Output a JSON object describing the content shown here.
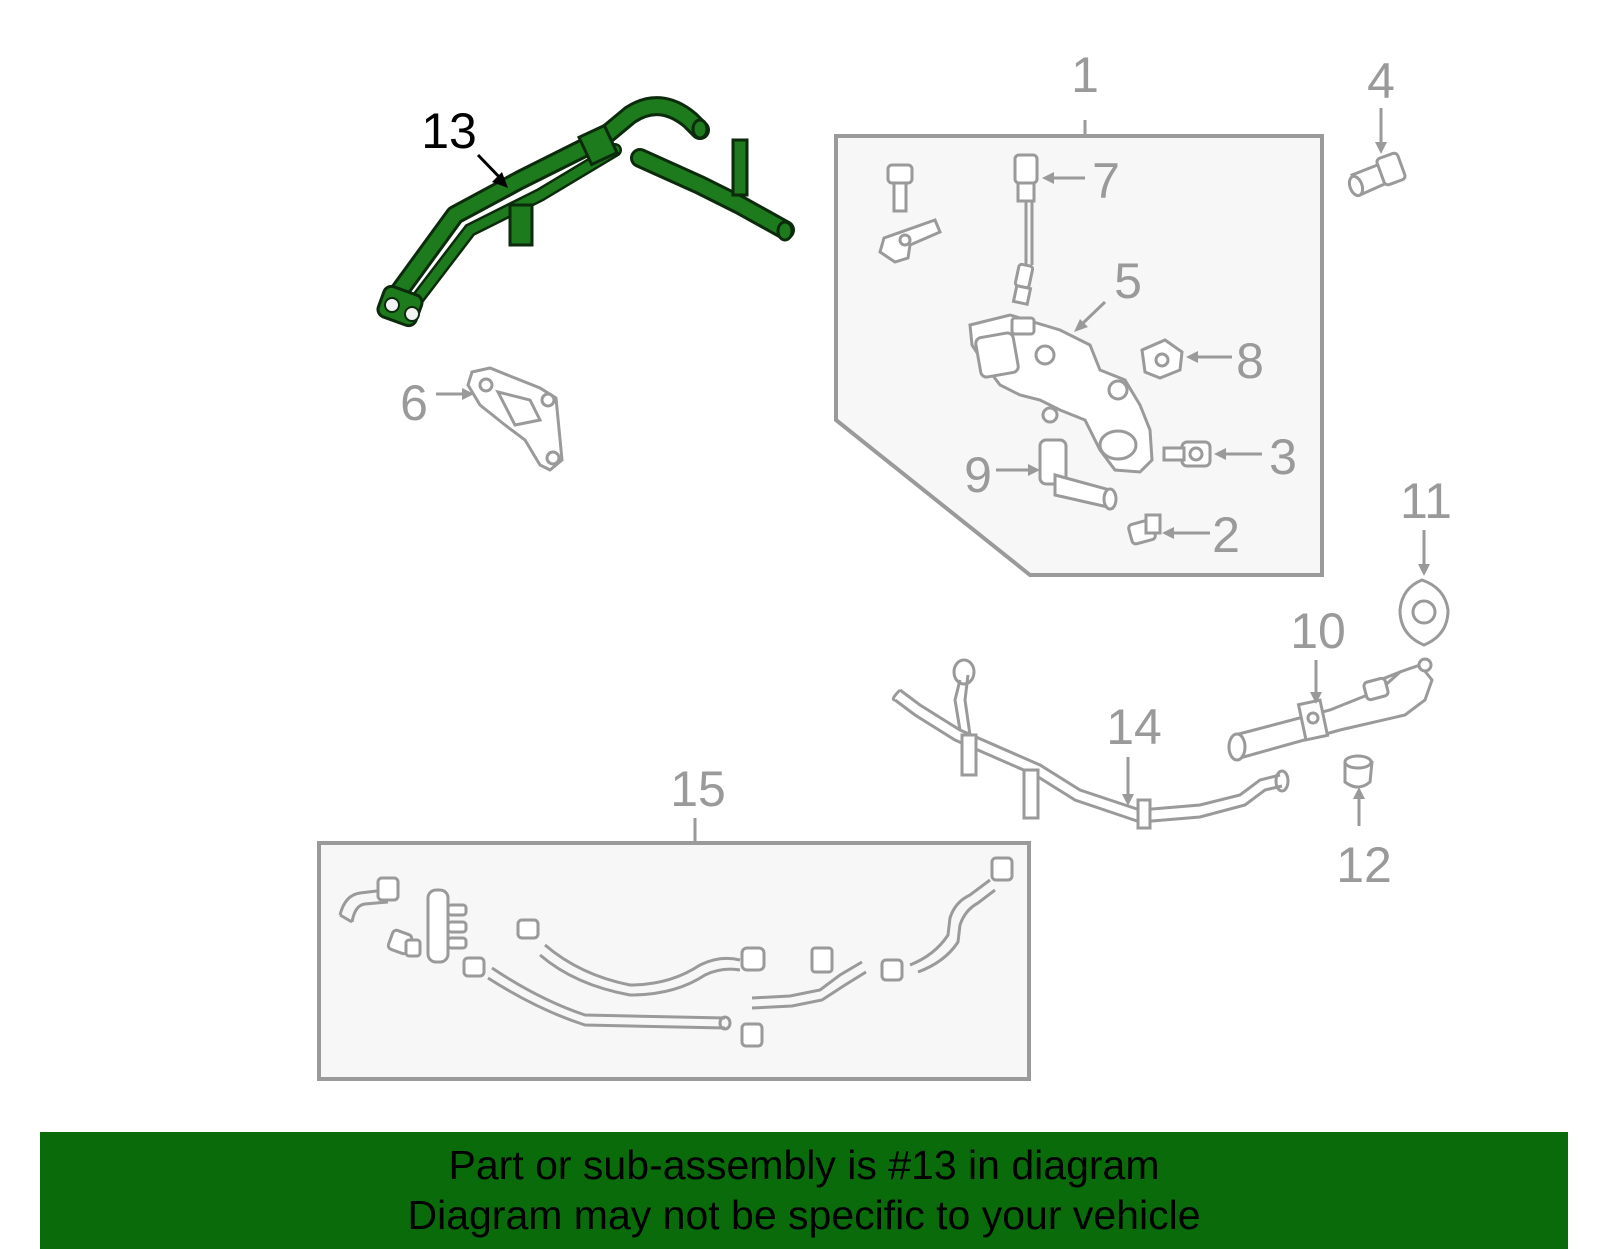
{
  "colors": {
    "highlight_fill": "#1d7a1d",
    "highlight_stroke": "#0c2a0c",
    "part_stroke": "#9a9a9a",
    "label_gray": "#9a9a9a",
    "label_active": "#000000",
    "box_fill": "#f7f7f7",
    "footer_bg": "#0a6b0a"
  },
  "callouts": {
    "c1": "1",
    "c2": "2",
    "c3": "3",
    "c4": "4",
    "c5": "5",
    "c6": "6",
    "c7": "7",
    "c8": "8",
    "c9": "9",
    "c10": "10",
    "c11": "11",
    "c12": "12",
    "c13": "13",
    "c14": "14",
    "c15": "15"
  },
  "footer": {
    "line1": "Part or sub-assembly is #13 in diagram",
    "line2": "Diagram may not be specific to your vehicle"
  }
}
